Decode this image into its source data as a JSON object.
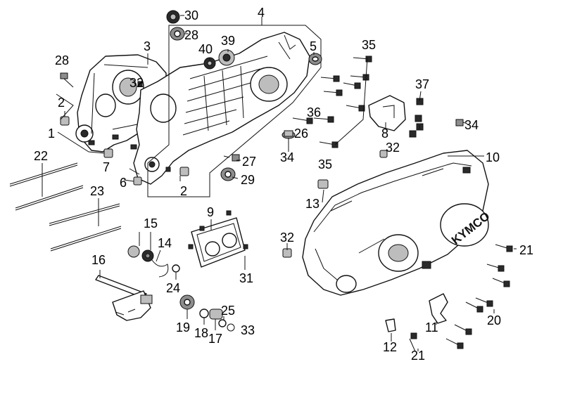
{
  "brand_text": "KYMCO",
  "callouts": [
    {
      "id": "c30",
      "text": "30"
    },
    {
      "id": "c4",
      "text": "4"
    },
    {
      "id": "c28a",
      "text": "28"
    },
    {
      "id": "c39",
      "text": "39"
    },
    {
      "id": "c40",
      "text": "40"
    },
    {
      "id": "c3",
      "text": "3"
    },
    {
      "id": "c35a",
      "text": "35"
    },
    {
      "id": "c5",
      "text": "5"
    },
    {
      "id": "c28b",
      "text": "28"
    },
    {
      "id": "c32a",
      "text": "32"
    },
    {
      "id": "c37",
      "text": "37"
    },
    {
      "id": "c2a",
      "text": "2"
    },
    {
      "id": "c36",
      "text": "36"
    },
    {
      "id": "c1",
      "text": "1"
    },
    {
      "id": "c26",
      "text": "26"
    },
    {
      "id": "c8",
      "text": "8"
    },
    {
      "id": "c34a",
      "text": "34"
    },
    {
      "id": "c34b",
      "text": "34"
    },
    {
      "id": "c32b",
      "text": "32"
    },
    {
      "id": "c22",
      "text": "22"
    },
    {
      "id": "c7",
      "text": "7"
    },
    {
      "id": "c27",
      "text": "27"
    },
    {
      "id": "c35b",
      "text": "35"
    },
    {
      "id": "c10",
      "text": "10"
    },
    {
      "id": "c6",
      "text": "6"
    },
    {
      "id": "c29",
      "text": "29"
    },
    {
      "id": "c2b",
      "text": "2"
    },
    {
      "id": "c23",
      "text": "23"
    },
    {
      "id": "c13",
      "text": "13"
    },
    {
      "id": "c9",
      "text": "9"
    },
    {
      "id": "c15",
      "text": "15"
    },
    {
      "id": "c14",
      "text": "14"
    },
    {
      "id": "c32c",
      "text": "32"
    },
    {
      "id": "c21a",
      "text": "21"
    },
    {
      "id": "c16",
      "text": "16"
    },
    {
      "id": "c31",
      "text": "31"
    },
    {
      "id": "c24",
      "text": "24"
    },
    {
      "id": "c25",
      "text": "25"
    },
    {
      "id": "c20",
      "text": "20"
    },
    {
      "id": "c19",
      "text": "19"
    },
    {
      "id": "c18",
      "text": "18"
    },
    {
      "id": "c17",
      "text": "17"
    },
    {
      "id": "c33",
      "text": "33"
    },
    {
      "id": "c11",
      "text": "11"
    },
    {
      "id": "c12",
      "text": "12"
    },
    {
      "id": "c21b",
      "text": "21"
    }
  ]
}
